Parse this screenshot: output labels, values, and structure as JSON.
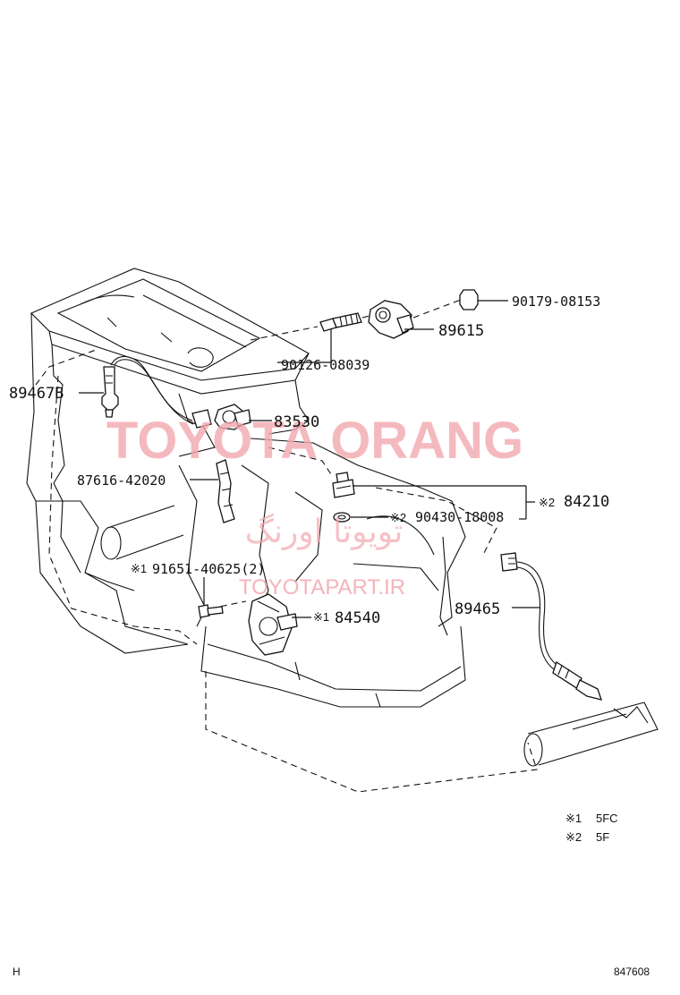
{
  "parts": {
    "p1": "90179-08153",
    "p2": "89615",
    "p3": "90126-08039",
    "p4": "89467B",
    "p5": "83530",
    "p6": "87616-42020",
    "p7": "84210",
    "p7_mark": "※2",
    "p8": "90430-18008",
    "p8_mark": "※2",
    "p9": "91651-40625(2)",
    "p9_mark": "※1",
    "p10": "89465",
    "p11": "84540",
    "p11_mark": "※1"
  },
  "notes": {
    "n1_mark": "※1",
    "n1_text": "5FC",
    "n2_mark": "※2",
    "n2_text": "5F"
  },
  "corner": {
    "left": "H",
    "right": "847608"
  },
  "watermark": {
    "main": "TOYOTA ORANG",
    "persian": "تویوتا اورنگ",
    "site": "TOYOTAPART.IR"
  }
}
